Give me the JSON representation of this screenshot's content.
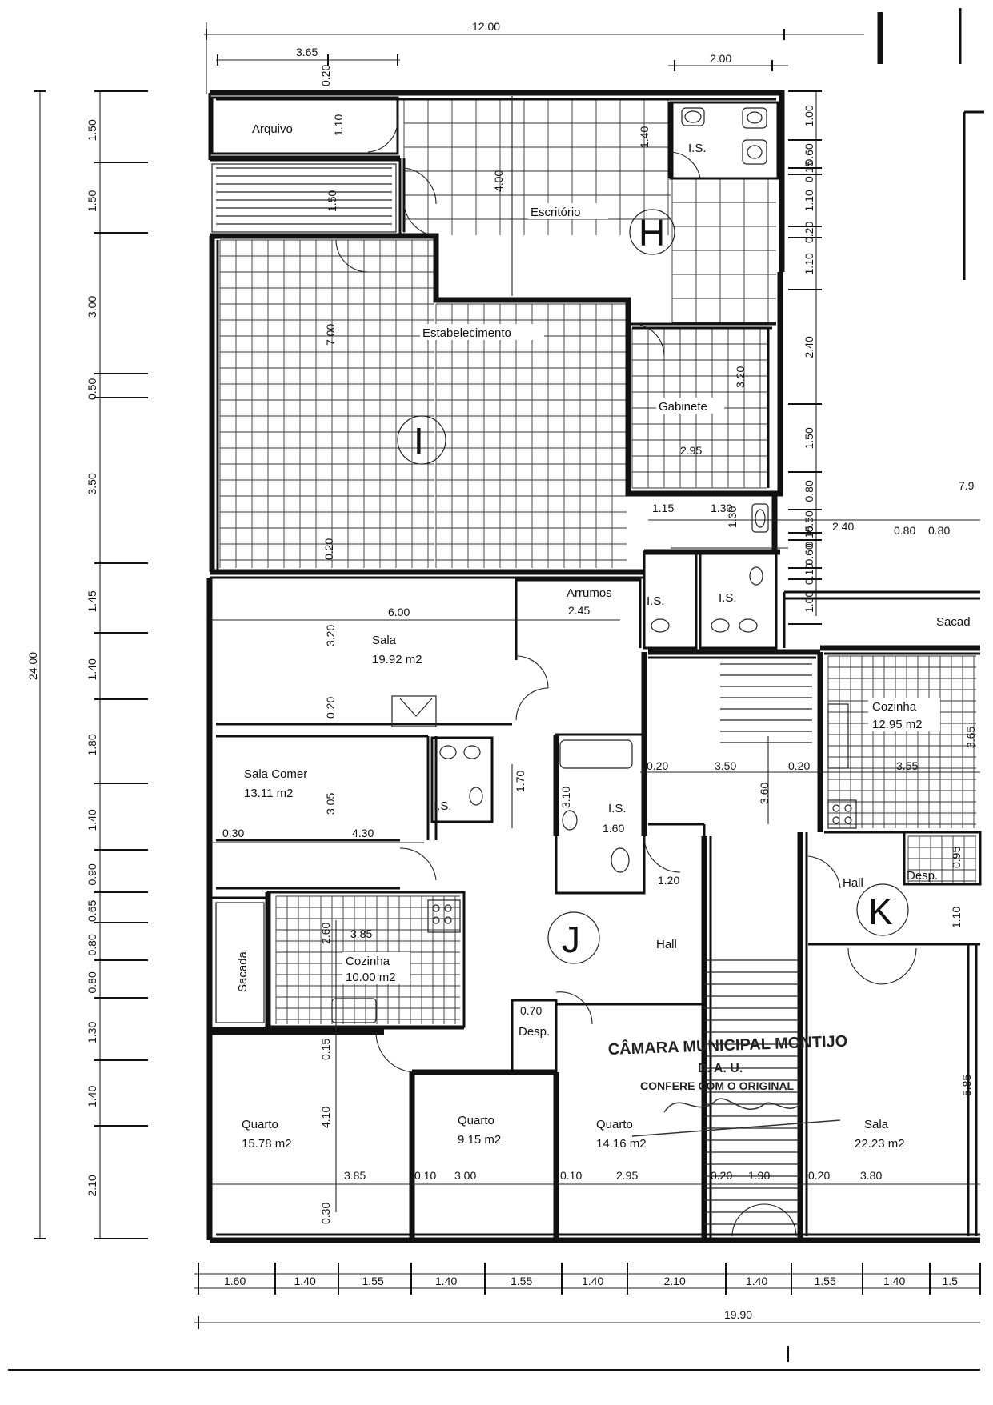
{
  "dimensions": {
    "top_total": "12.00",
    "top_left": "3.65",
    "top_wall": "0.20",
    "top_right": "2.00",
    "left_total": "24.00",
    "left": [
      "1.50",
      "1.50",
      "3.00",
      "0.50",
      "3.50",
      "1.45",
      "1.40",
      "1.80",
      "1.40",
      "0.90",
      "0.65",
      "0.80",
      "0.80",
      "1.30",
      "1.40",
      "2.10"
    ],
    "right": [
      "1.00",
      "0.60",
      "0.15",
      "1.10",
      "0.20",
      "1.10",
      "2.40",
      "1.50",
      "0.80",
      "0.50",
      "0.15",
      "0.60",
      "0.10",
      "1.00"
    ],
    "bottom": [
      "1.60",
      "1.40",
      "1.55",
      "1.40",
      "1.55",
      "1.40",
      "2.10",
      "1.40",
      "1.55",
      "1.40",
      "1.5"
    ],
    "bottom_total": "19.90",
    "interior": {
      "d_110": "1.10",
      "d_150": "1.50",
      "d_400": "4.00",
      "d_140": "1.40",
      "d_700": "7.00",
      "d_320a": "3.20",
      "d_295a": "2.95",
      "d_020a": "0.20",
      "d_115": "1.15",
      "d_130": "1.30",
      "d_130b": "1.30",
      "d_240": "2 40",
      "d_080a": "0.80",
      "d_080b": "0.80",
      "d_600": "6.00",
      "d_320b": "3.20",
      "d_020b": "0.20",
      "d_305": "3.05",
      "d_030a": "0.30",
      "d_430": "4.30",
      "d_170": "1.70",
      "d_310": "3.10",
      "d_160": "1.60",
      "d_020c": "0.20",
      "d_350": "3.50",
      "d_020d": "0.20",
      "d_360": "3.60",
      "d_355": "3.55",
      "d_365": "3.65",
      "d_095": "0.95",
      "d_110b": "1.10",
      "d_120": "1.20",
      "d_260": "2.60",
      "d_385a": "3.85",
      "d_070": "0.70",
      "d_015": "0.15",
      "d_410": "4.10",
      "d_385b": "3.85",
      "d_010a": "0.10",
      "d_300": "3.00",
      "d_010b": "0.10",
      "d_295b": "2.95",
      "d_020e": "0.20",
      "d_190": "1.90",
      "d_020f": "0.20",
      "d_380": "3.80",
      "d_030b": "0.30",
      "d_585": "5.85",
      "d_79": "7.9"
    }
  },
  "rooms": {
    "arquivo": "Arquivo",
    "escritorio": "Escritório",
    "estabelecimento": "Estabelecimento",
    "gabinete": "Gabinete",
    "is_1": "I.S.",
    "is_2": "I.S.",
    "is_3": "I.S.",
    "is_4": "I.S.",
    "is_5": "I.S.",
    "arrumos": "Arrumos",
    "arrumos_dim": "2.45",
    "sala_j": "Sala",
    "sala_j_area": "19.92 m2",
    "sala_comer": "Sala Comer",
    "sala_comer_area": "13.11 m2",
    "cozinha_j": "Cozinha",
    "cozinha_j_area": "10.00 m2",
    "sacada_left": "Sacada",
    "desp_j": "Desp.",
    "hall_j": "Hall",
    "quarto_1": "Quarto",
    "quarto_1_area": "15.78 m2",
    "quarto_2": "Quarto",
    "quarto_2_area": "9.15 m2",
    "quarto_3": "Quarto",
    "quarto_3_area": "14.16 m2",
    "cozinha_k": "Cozinha",
    "cozinha_k_area": "12.95 m2",
    "hall_k": "Hall",
    "desp_k": "Desp.",
    "sala_k": "Sala",
    "sala_k_area": "22.23 m2",
    "sacada_right": "Sacad"
  },
  "unit_marks": {
    "h": "H",
    "i": "I",
    "j": "J",
    "k": "K"
  },
  "stamp": {
    "line1": "CÂMARA MUNICIPAL MONTIJO",
    "line2": "D. A. U.",
    "line3": "CONFERE COM O ORIGINAL"
  }
}
